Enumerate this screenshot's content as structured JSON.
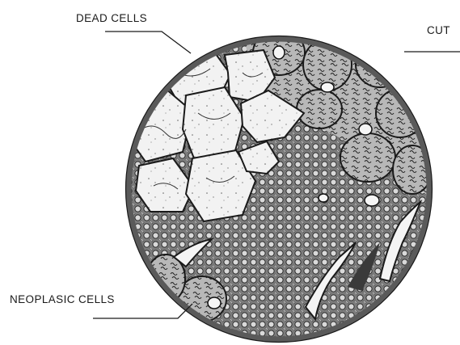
{
  "labels": {
    "dead_cells": "DEAD CELLS",
    "cut": "CUT",
    "neoplasic_cells": "NEOPLASIC CELLS"
  },
  "colors": {
    "ink": "#1a1a1a",
    "dead_cell_fill": "#f1f1f1",
    "tumor_fill": "#8a8a8a",
    "rim": "#5a5a5a"
  }
}
